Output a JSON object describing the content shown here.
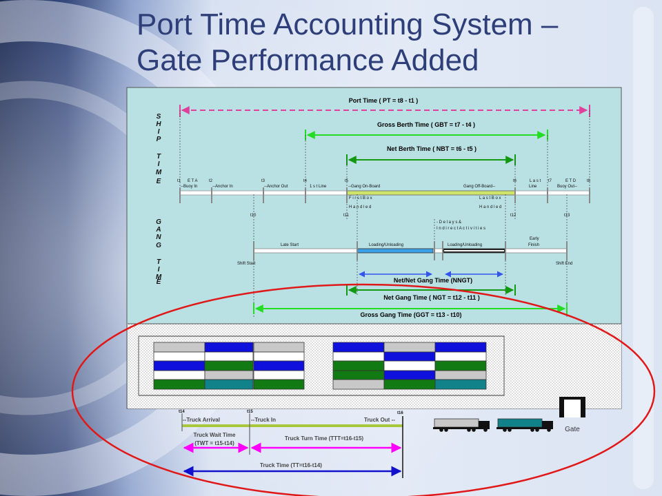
{
  "slide": {
    "title_line1": "Port Time Accounting System –",
    "title_line2": "Gate Performance Added"
  },
  "colors": {
    "title": "#2e3e78",
    "panel": "#b9e0e3",
    "port_time": "#e0409c",
    "gross_berth": "#22dd22",
    "net_berth": "#119911",
    "net_net": "#3355ee",
    "gross_gang": "#22dd22",
    "truck_bar": "#a6c83a",
    "magenta": "#ff00ff",
    "truck_time": "#1111cc",
    "ellipse": "#e01818"
  },
  "side_labels": {
    "ship_time": [
      "S",
      "H",
      "I",
      "P",
      "",
      "T",
      "I",
      "M",
      "E"
    ],
    "gang_time": [
      "G",
      "A",
      "N",
      "G",
      "",
      "T",
      "I",
      "M",
      "E"
    ]
  },
  "ship": {
    "port_time": "Port Time ( PT = t8 - t1 )",
    "gross_berth_time": "Gross Berth Time ( GBT = t7 - t4 )",
    "net_berth_time": "Net Berth Time ( NBT = t6 - t5 )",
    "t_labels": [
      "t1",
      "t2",
      "t3",
      "t4",
      "t5",
      "t6",
      "t7",
      "t8"
    ],
    "eta": "E T A",
    "etd": "E T D",
    "last": "L a s t",
    "events": {
      "buoy_in": "--Buoy  In",
      "anchor_in": "--Anchor  In",
      "anchor_out": "--Anchor  Out",
      "first_line": "1 s t  Line",
      "gang_on_board": "--Gang  On-Board",
      "gang_off_board": "Gang  Off-Board--",
      "line": "Line",
      "buoy_out": "Buoy  Out--"
    },
    "first_box": "F i r s t  B o x",
    "last_box": "L a s t  B o x",
    "handled": "H a n d l e d"
  },
  "gang": {
    "t_labels": [
      "t10",
      "t11",
      "t12",
      "t13"
    ],
    "delays_1": "-  D e l a y s  &",
    "delays_2": "I n d i r e c t  A c t i v i t i e s",
    "early_1": "Early",
    "early_2": "Finish",
    "late_start": "Late  Start",
    "loading_unloading": "Loading/Unloading",
    "shift_start": "Shift  Start",
    "shift_end": "Shift  End",
    "net_net_gang_time": "Net/Net Gang Time (NNGT)",
    "net_gang_time": "Net Gang Time ( NGT = t12 - t11 )",
    "gross_gang_time": "Gross Gang Time (GGT = t13 - t10)"
  },
  "truck": {
    "t14": "t14",
    "t15": "t15",
    "t16": "t16",
    "truck_arrival": "--Truck Arrival",
    "truck_in": "--Truck In",
    "truck_out": "Truck Out --",
    "wait_1": "Truck Wait Time",
    "wait_2": "(TWT = t15-t14)",
    "turn": "Truck Turn Time (TTT=t16-t15)",
    "total": "Truck Time (TT=t16-t14)",
    "gate": "Gate"
  }
}
